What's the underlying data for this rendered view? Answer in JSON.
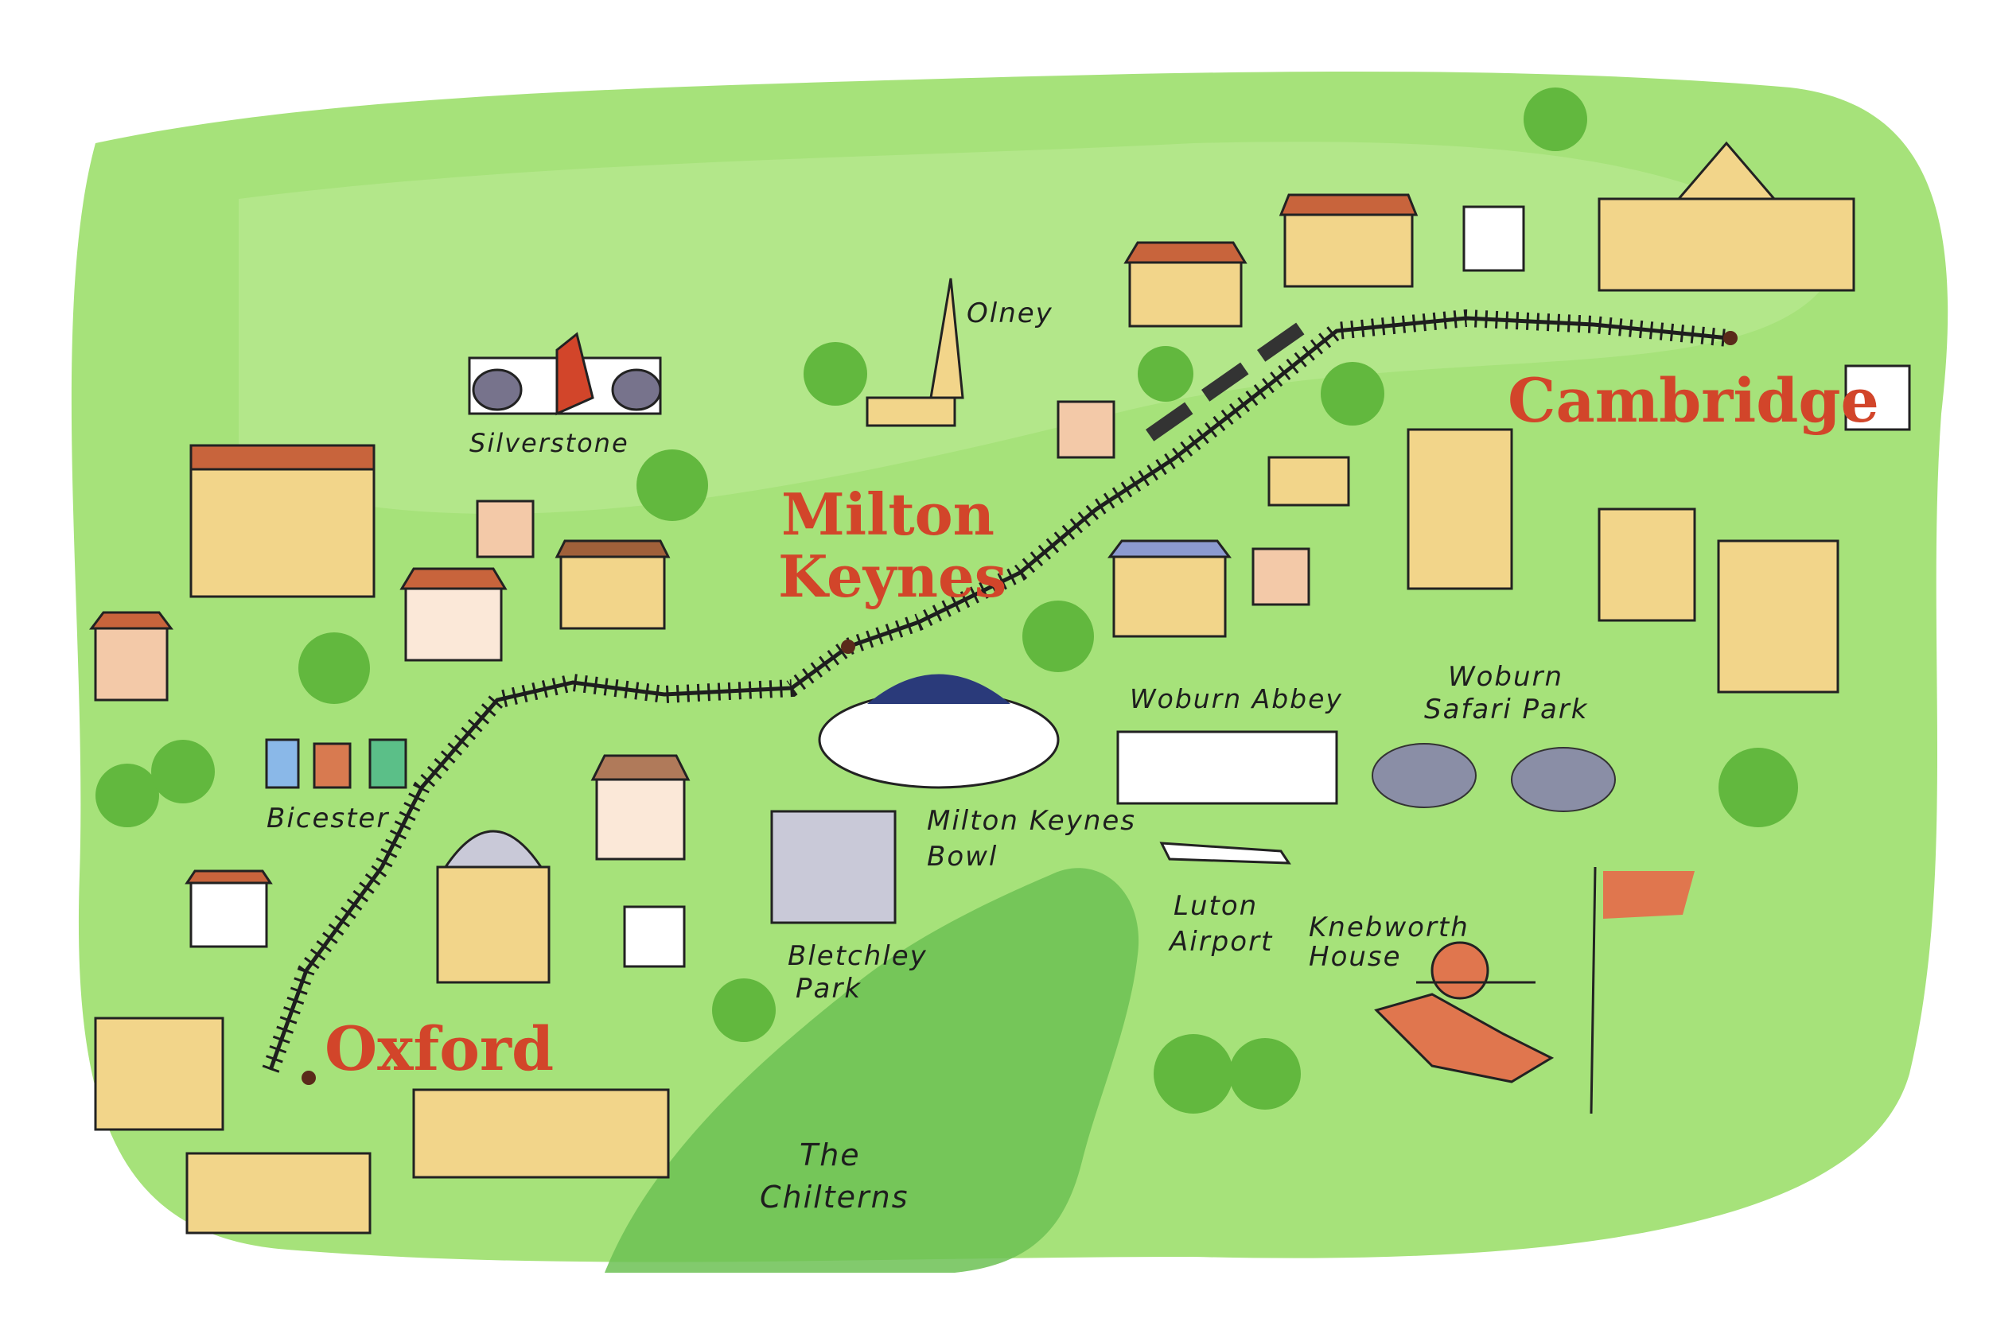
{
  "map": {
    "colors": {
      "land": "#a6e27a",
      "land_dark": "#7fcf5a",
      "hills": "#5cb548",
      "city_label": "#d2452a",
      "rail": "#1e1e1e",
      "building": "#f2d58a",
      "roof": "#c8643c"
    },
    "cities": [
      {
        "id": "oxford",
        "label": "Oxford"
      },
      {
        "id": "milton-keynes",
        "label_line1": "Milton",
        "label_line2": "Keynes"
      },
      {
        "id": "cambridge",
        "label": "Cambridge"
      }
    ],
    "places": {
      "olney": "Olney",
      "silverstone": "Silverstone",
      "bicester": "Bicester",
      "woburn_abbey": "Woburn Abbey",
      "woburn_safari_line1": "Woburn",
      "woburn_safari_line2": "Safari Park",
      "mk_bowl_line1": "Milton Keynes",
      "mk_bowl_line2": "Bowl",
      "luton_line1": "Luton",
      "luton_line2": "Airport",
      "knebworth_line1": "Knebworth",
      "knebworth_line2": "House",
      "bletchley_line1": "Bletchley",
      "bletchley_line2": "Park",
      "chilterns_line1": "The",
      "chilterns_line2": "Chilterns"
    },
    "icons": [
      "railway-line",
      "church-icon",
      "race-car-icon",
      "shopping-bags-icon",
      "elephant-icon",
      "airplane-icon",
      "knight-on-horse-icon",
      "flag-icon",
      "tree-icon",
      "house-icon",
      "college-icon",
      "radcliffe-camera-icon",
      "concert-bowl-icon",
      "enigma-machine-icon"
    ]
  }
}
